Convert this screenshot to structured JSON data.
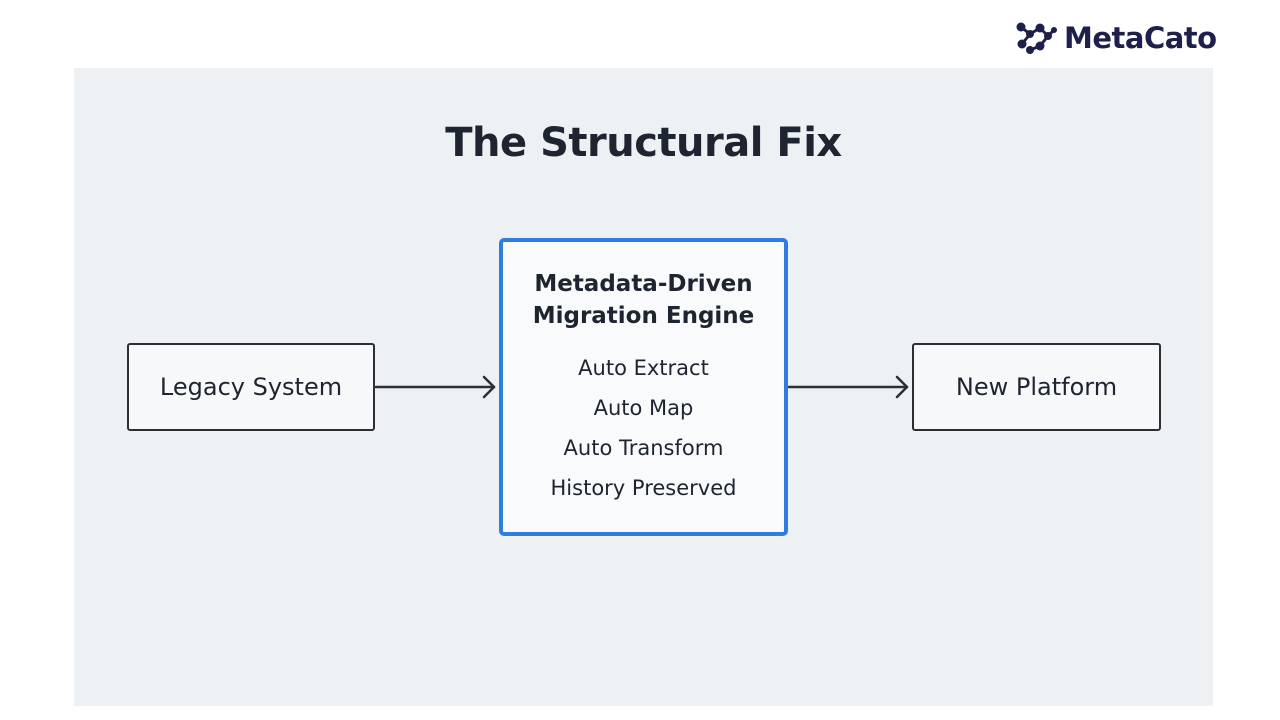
{
  "brand": {
    "name": "MetaCato",
    "logo_icon": "molecule-logo-icon"
  },
  "slide": {
    "title": "The Structural Fix"
  },
  "diagram": {
    "source": "Legacy System",
    "engine": {
      "title_line1": "Metadata-Driven",
      "title_line2": "Migration Engine",
      "steps": [
        "Auto Extract",
        "Auto Map",
        "Auto Transform",
        "History Preserved"
      ]
    },
    "target": "New Platform"
  },
  "colors": {
    "engine_border": "#2f7ddf",
    "text": "#1e2430",
    "slide_background": "#eef1f4",
    "brand": "#1e1f4b"
  }
}
